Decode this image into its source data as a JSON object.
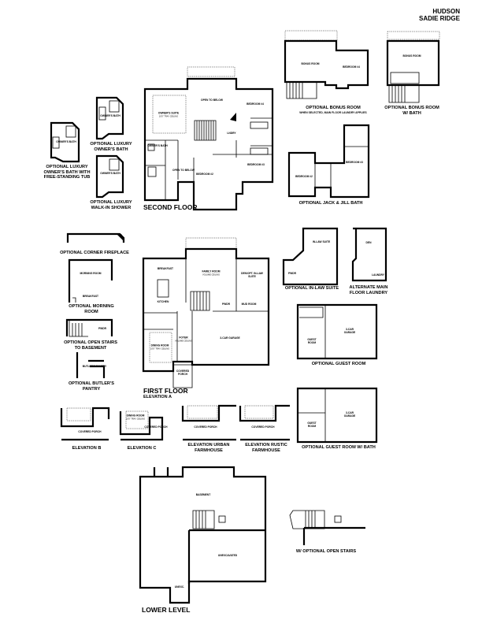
{
  "header": {
    "plan_name": "HUDSON",
    "community": "SADIE RIDGE"
  },
  "second_floor": {
    "title": "SECOND FLOOR",
    "rooms": {
      "owners_suite": "OWNER'S SUITE",
      "owners_suite_note": "10'0\" TRAY CEILING",
      "open_to_below_1": "OPEN TO BELOW",
      "bedroom4": "BEDROOM #4",
      "lndry": "LNDRY",
      "owners_bath": "OWNER'S BATH",
      "open_to_below_2": "OPEN TO BELOW",
      "bedroom2": "BEDROOM #2",
      "bedroom3": "BEDROOM #3"
    }
  },
  "bath_options": [
    {
      "caption": "OPTIONAL LUXURY OWNER'S BATH WITH FREE-STANDING TUB",
      "room": "OWNER'S BATH"
    },
    {
      "caption": "OPTIONAL LUXURY OWNER'S BATH",
      "room": "OWNER'S BATH"
    },
    {
      "caption": "OPTIONAL LUXURY WALK-IN SHOWER",
      "room": "OWNER'S BATH"
    }
  ],
  "bonus_options": [
    {
      "caption": "OPTIONAL BONUS ROOM",
      "sub": "WHEN SELECTED, MAIN FLOOR LAUNDRY APPLIES",
      "rooms": [
        "BONUS ROOM",
        "BEDROOM #4"
      ]
    },
    {
      "caption": "OPTIONAL BONUS ROOM W/ BATH",
      "rooms": [
        "BONUS ROOM"
      ]
    }
  ],
  "jack_jill": {
    "caption": "OPTIONAL JACK & JILL BATH",
    "rooms": [
      "BEDROOM #2",
      "BEDROOM #3"
    ]
  },
  "first_floor": {
    "title": "FIRST FLOOR",
    "subtitle": "ELEVATION A",
    "rooms": {
      "breakfast": "BREAKFAST",
      "family_room": "FAMILY ROOM",
      "family_room_note": "VOLUME CEILING",
      "den": "DEN/OPT. IN-LAW SUITE",
      "kitchen": "KITCHEN",
      "pwdr": "PWDR",
      "mud_room": "MUD ROOM",
      "foyer": "FOYER",
      "foyer_note": "VOLUME CEILING",
      "garage": "3-CAR GARAGE",
      "dining": "DINING ROOM",
      "dining_note": "10'0\" TRAY CEILING",
      "porch": "COVERED PORCH"
    }
  },
  "first_floor_options": [
    {
      "caption": "OPTIONAL CORNER FIREPLACE"
    },
    {
      "caption": "OPTIONAL MORNING ROOM",
      "rooms": [
        "MORNING ROOM",
        "BREAKFAST"
      ]
    },
    {
      "caption": "OPTIONAL OPEN STAIRS TO BASEMENT",
      "rooms": [
        "PWDR"
      ]
    },
    {
      "caption": "OPTIONAL BUTLER'S PANTRY",
      "rooms": [
        "BUTLER'S PANTRY"
      ]
    }
  ],
  "right_options": [
    {
      "caption": "OPTIONAL IN-LAW SUITE",
      "rooms": [
        "IN-LAW SUITE",
        "PWDR"
      ]
    },
    {
      "caption": "ALTERNATE MAIN FLOOR LAUNDRY",
      "rooms": [
        "DEN",
        "LAUNDRY"
      ]
    },
    {
      "caption": "OPTIONAL GUEST ROOM",
      "rooms": [
        "GUEST ROOM",
        "3-CAR GARAGE"
      ]
    },
    {
      "caption": "OPTIONAL GUEST ROOM W/ BATH",
      "rooms": [
        "GUEST ROOM",
        "3-CAR GARAGE"
      ]
    }
  ],
  "elevations": [
    {
      "caption": "ELEVATION B",
      "rooms": [
        "COVERED PORCH"
      ]
    },
    {
      "caption": "ELEVATION C",
      "rooms": [
        "DINING ROOM",
        "COVERED PORCH"
      ],
      "note": "10'0\" TRAY CEILING"
    },
    {
      "caption": "ELEVATION URBAN FARMHOUSE",
      "rooms": [
        "COVERED PORCH"
      ]
    },
    {
      "caption": "ELEVATION RUSTIC FARMHOUSE",
      "rooms": [
        "COVERED PORCH"
      ]
    }
  ],
  "lower_level": {
    "title": "LOWER LEVEL",
    "rooms": {
      "basement": "BASEMENT",
      "unexcavated": "UNEXCAVATED",
      "unexc": "UNEXC."
    }
  },
  "stairs_option": {
    "caption": "W/ OPTIONAL OPEN STAIRS"
  }
}
